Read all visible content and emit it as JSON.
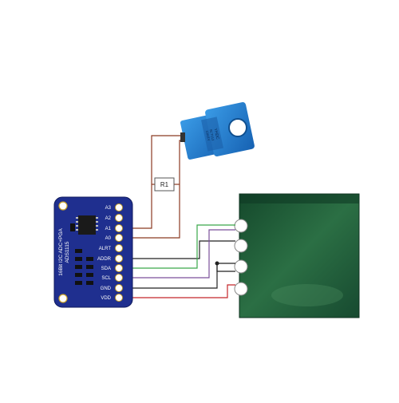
{
  "board": {
    "title_line1": "16Bit I2C ADC+PGA",
    "title_line2": "ADS1115",
    "pins": [
      "A3",
      "A2",
      "A1",
      "A0",
      "ALRT",
      "ADDR",
      "SDA",
      "SCL",
      "GND",
      "VDD"
    ]
  },
  "resistor": {
    "label": "R1"
  },
  "sensor": {
    "text_lines": [
      "YHDC",
      "SCT013",
      "10A/1V"
    ]
  },
  "colors": {
    "board": "#1f2f8f",
    "sensor": "#1f7fd1",
    "panel": "#1f5f3a",
    "wire_brown": "#8b3a22",
    "wire_green": "#3aa84a",
    "wire_purple": "#7a4f9a",
    "wire_black": "#222222",
    "wire_red": "#c4262a"
  }
}
